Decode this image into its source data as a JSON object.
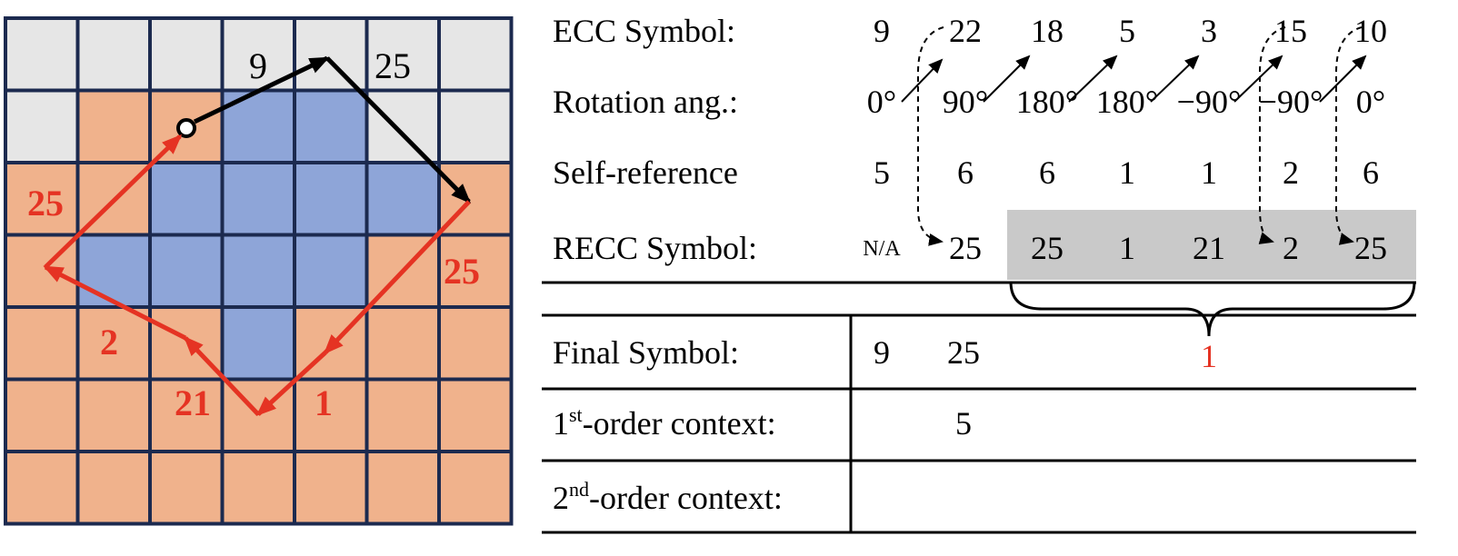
{
  "grid": {
    "rows": 7,
    "cols": 7,
    "cell_colors": [
      [
        "gray",
        "gray",
        "gray",
        "gray",
        "gray",
        "gray",
        "gray"
      ],
      [
        "gray",
        "orange",
        "orange",
        "blue",
        "blue",
        "gray",
        "gray"
      ],
      [
        "orange",
        "orange",
        "blue",
        "blue",
        "blue",
        "blue",
        "orange"
      ],
      [
        "orange",
        "blue",
        "blue",
        "blue",
        "blue",
        "orange",
        "orange"
      ],
      [
        "orange",
        "orange",
        "orange",
        "blue",
        "orange",
        "orange",
        "orange"
      ],
      [
        "orange",
        "orange",
        "orange",
        "orange",
        "orange",
        "orange",
        "orange"
      ],
      [
        "orange",
        "orange",
        "orange",
        "orange",
        "orange",
        "orange",
        "orange"
      ]
    ],
    "palette": {
      "gray": "#e6e6e6",
      "orange": "#f0b28c",
      "blue": "#8ea5d8",
      "line": "#1c2a4f"
    },
    "labels": {
      "black_left": "9",
      "black_right": "25",
      "red_upper_left": "25",
      "red_upper_right": "25",
      "red_lower_left": "2",
      "red_bottom_left": "21",
      "red_bottom_right": "1"
    },
    "path_colors": {
      "black": "#000000",
      "red": "#e53323"
    }
  },
  "table": {
    "rows": [
      {
        "label": "ECC Symbol:",
        "values": [
          "9",
          "22",
          "18",
          "5",
          "3",
          "15",
          "10"
        ]
      },
      {
        "label": "Rotation ang.:",
        "values": [
          "0°",
          "90°",
          "180°",
          "180°",
          "−90°",
          "−90°",
          "0°"
        ]
      },
      {
        "label": "Self-reference",
        "values": [
          "5",
          "6",
          "6",
          "1",
          "1",
          "2",
          "6"
        ]
      },
      {
        "label": "RECC Symbol:",
        "values": [
          "N/A",
          "25",
          "25",
          "1",
          "21",
          "2",
          "25"
        ]
      }
    ],
    "final": {
      "label": "Final Symbol:",
      "values": [
        "9",
        "25"
      ],
      "grouped_value": "1"
    },
    "first_order": {
      "label_sup": "st",
      "label_prefix": "1",
      "label_rest": "-order context:",
      "value": "5"
    },
    "second_order": {
      "label_sup": "nd",
      "label_prefix": "2",
      "label_rest": "-order context:"
    },
    "highlight_color": "#c9c9c9",
    "accent_color": "#e53323"
  }
}
